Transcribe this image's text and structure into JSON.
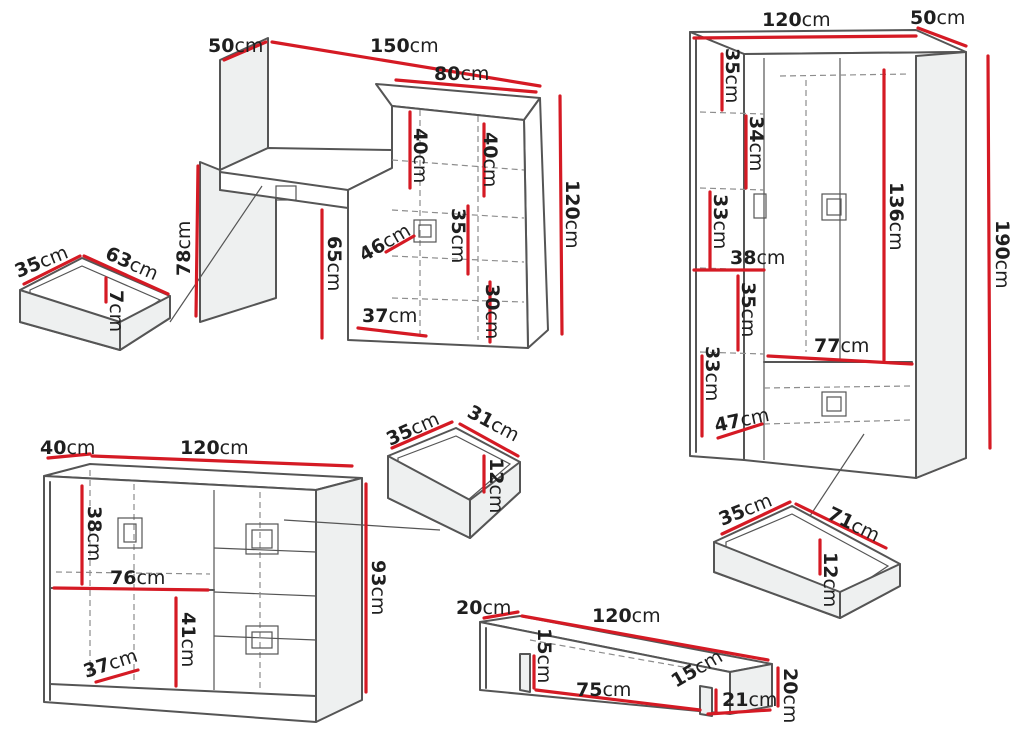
{
  "unit": "cm",
  "colors": {
    "dimension_line": "#d51a24",
    "outline": "#555555",
    "hidden_line": "#8d8d8d",
    "label": "#1f1f1f"
  },
  "desk": {
    "depth": "50",
    "width": "150",
    "hutch_width": "80",
    "hutch_height": "120",
    "height": "78",
    "shelf_1": "40",
    "shelf_2": "40",
    "shelf_3": "35",
    "shelf_4": "30",
    "knee_height": "65",
    "door_width": "46",
    "inner_width": "37",
    "drawer": {
      "depth": "35",
      "width": "63",
      "height": "7"
    }
  },
  "wardrobe": {
    "width": "120",
    "depth": "50",
    "height": "190",
    "top_shelf": "35",
    "shelf_2": "34",
    "shelf_3": "33",
    "shelf_width": "38",
    "shelf_4": "35",
    "shelf_5": "33",
    "hanging_height": "136",
    "inner_width": "77",
    "bottom_width": "47",
    "drawer": {
      "depth": "35",
      "width": "71",
      "height": "12"
    }
  },
  "chest": {
    "depth": "40",
    "width": "120",
    "height": "93",
    "top_shelf": "38",
    "inner_width": "76",
    "lower_height": "41",
    "bottom_width": "37",
    "drawer": {
      "depth": "35",
      "width": "31",
      "height": "12"
    }
  },
  "wall_shelf": {
    "depth": "20",
    "width": "120",
    "height": "20",
    "left_height": "15",
    "middle_width": "75",
    "right_height": "15",
    "right_width": "21"
  }
}
